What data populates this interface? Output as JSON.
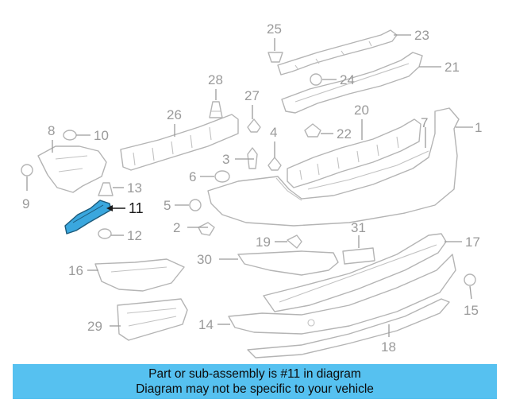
{
  "diagram": {
    "callouts": {
      "c1": "1",
      "c2": "2",
      "c3": "3",
      "c4": "4",
      "c5": "5",
      "c6": "6",
      "c7": "7",
      "c8": "8",
      "c9": "9",
      "c10": "10",
      "c11": "11",
      "c12": "12",
      "c13": "13",
      "c14": "14",
      "c15": "15",
      "c16": "16",
      "c17": "17",
      "c18": "18",
      "c19": "19",
      "c20": "20",
      "c21": "21",
      "c22": "22",
      "c23": "23",
      "c24": "24",
      "c25": "25",
      "c26": "26",
      "c27": "27",
      "c28": "28",
      "c29": "29",
      "c30": "30",
      "c31": "31"
    },
    "highlight_color": "#3aa7de"
  },
  "banner": {
    "line1": "Part or sub-assembly is #11 in diagram",
    "line2": "Diagram may not be specific to your vehicle",
    "color": "#56c1f0"
  }
}
